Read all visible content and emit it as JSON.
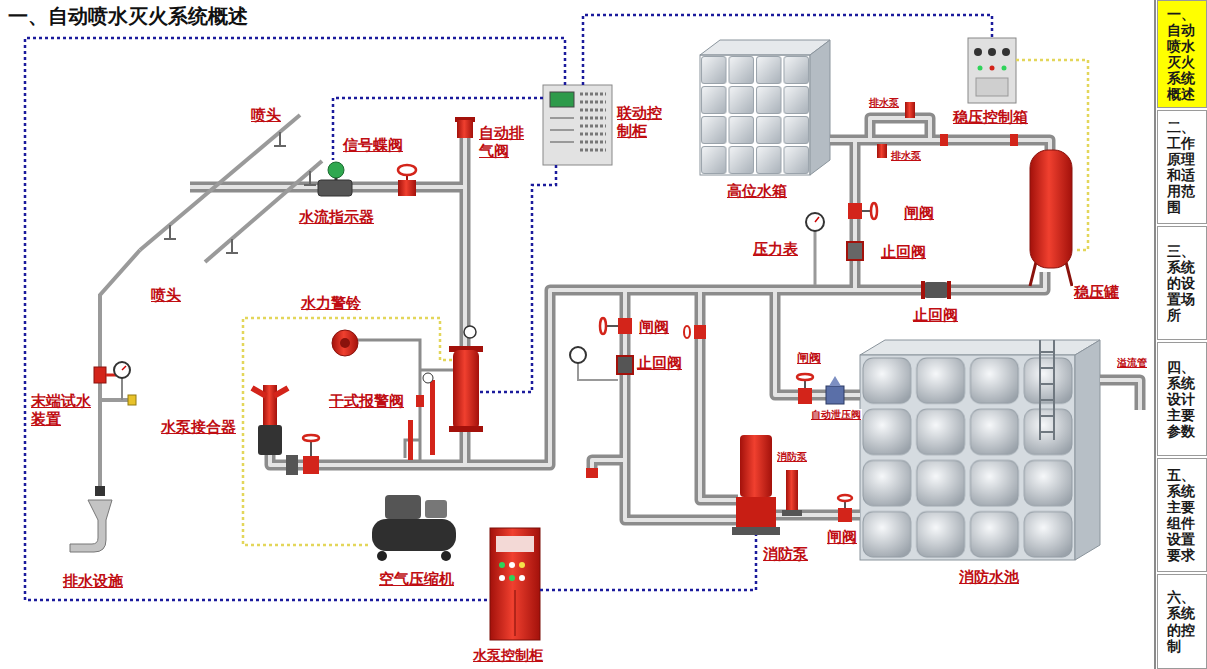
{
  "diagram": {
    "title": "一、自动喷水灭火系统概述",
    "nodes": [
      {
        "text": [
          "联动控制柜"
        ]
      },
      {
        "text": [
          "高位水箱"
        ]
      },
      {
        "text": [
          "稳压控制箱"
        ]
      },
      {
        "text": [
          "信号蝶阀"
        ]
      },
      {
        "text": [
          "水流指示器"
        ]
      },
      {
        "text": [
          "稳压罐"
        ]
      },
      {
        "text": [
          "干式报警阀"
        ]
      },
      {
        "text": [
          "水力警铃"
        ]
      },
      {
        "text": [
          "水泵接合器"
        ]
      },
      {
        "text": [
          "空气压缩机"
        ]
      },
      {
        "text": [
          "消防泵"
        ]
      },
      {
        "text": [
          "消防水池"
        ]
      },
      {
        "text": [
          "水泵控制柜"
        ]
      },
      {
        "text": [
          "一、自动喷水灭火系统概述"
        ]
      },
      {
        "text": [
          "二、工作原理和适用范围"
        ]
      },
      {
        "text": [
          "三、系统的设置场所"
        ]
      },
      {
        "text": [
          "四、系统设计主要参数"
        ]
      },
      {
        "text": [
          "五、系统主要组件设置要求"
        ]
      },
      {
        "text": [
          "六、系统的控制"
        ]
      }
    ],
    "edges": [
      {
        "from": 0,
        "to": 12,
        "arrow": "none"
      },
      {
        "from": 0,
        "to": 2,
        "arrow": "none"
      },
      {
        "from": 0,
        "to": 3,
        "arrow": "none"
      },
      {
        "from": 0,
        "to": 6,
        "arrow": "none"
      },
      {
        "from": 12,
        "to": 10,
        "arrow": "none"
      },
      {
        "from": 2,
        "to": 5,
        "arrow": "none"
      },
      {
        "from": 9,
        "to": 6,
        "arrow": "none"
      }
    ],
    "labels": [
      "喷头",
      "喷头",
      "末端试水装置",
      "排水设施",
      "自动排气阀",
      "排水泵",
      "排水泵",
      "压力表",
      "闸阀",
      "止回阀",
      "止回阀",
      "闸阀",
      "止回阀",
      "闸阀",
      "自动泄压阀",
      "消防泵",
      "闸阀",
      "溢流管"
    ]
  }
}
